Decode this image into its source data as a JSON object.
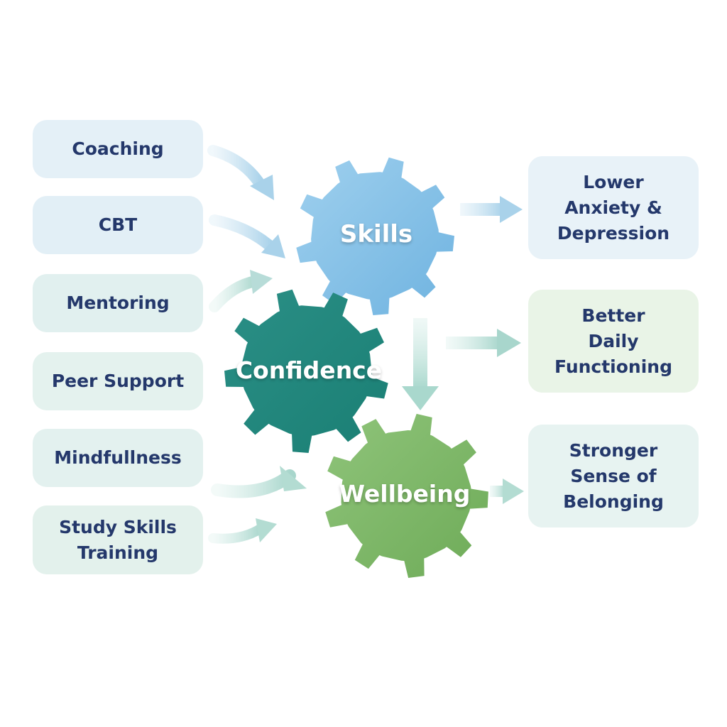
{
  "inputs": [
    "Coaching",
    "CBT",
    "Mentoring",
    "Peer Support",
    "Mindfullness",
    "Study Skills\nTraining"
  ],
  "gears": {
    "skills": "Skills",
    "confidence": "Confidence",
    "wellbeing": "Wellbeing"
  },
  "outcomes": [
    "Lower\nAnxiety &\nDepression",
    "Better\nDaily\nFunctioning",
    "Stronger\nSense of\nBelonging"
  ],
  "colors": {
    "skills_gear": "#8cc4e6",
    "confidence_gear": "#23917f",
    "wellbeing_gear": "#7fb869",
    "text": "#24386b",
    "arrow_blue": "#bcdcef",
    "arrow_teal": "#b4dcd3"
  }
}
